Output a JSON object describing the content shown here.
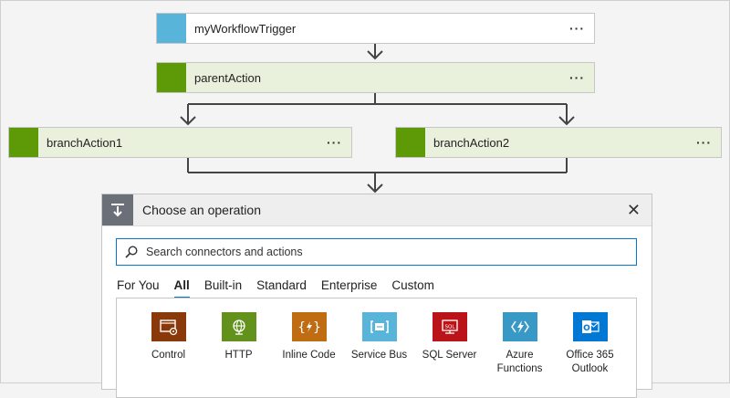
{
  "workflow": {
    "trigger": {
      "label": "myWorkflowTrigger",
      "more": "···"
    },
    "parent": {
      "label": "parentAction",
      "more": "···"
    },
    "branch1": {
      "label": "branchAction1",
      "more": "···"
    },
    "branch2": {
      "label": "branchAction2",
      "more": "···"
    }
  },
  "panel": {
    "title": "Choose an operation",
    "close": "✕",
    "search_placeholder": "Search connectors and actions",
    "tabs": [
      "For You",
      "All",
      "Built-in",
      "Standard",
      "Enterprise",
      "Custom"
    ],
    "active_tab": "All",
    "connectors": [
      {
        "label": "Control",
        "icon": "control-icon",
        "color": "#8a3a0a"
      },
      {
        "label": "HTTP",
        "icon": "globe-icon",
        "color": "#62911c"
      },
      {
        "label": "Inline Code",
        "icon": "code-braces-icon",
        "color": "#c06c13"
      },
      {
        "label": "Service Bus",
        "icon": "service-bus-icon",
        "color": "#59b4d9"
      },
      {
        "label": "SQL Server",
        "icon": "sql-server-icon",
        "color": "#ba141a"
      },
      {
        "label": "Azure\nFunctions",
        "icon": "azure-functions-icon",
        "color": "#3999c6"
      },
      {
        "label": "Office 365\nOutlook",
        "icon": "outlook-icon",
        "color": "#0078d4"
      }
    ]
  },
  "colors": {
    "trigger": "#59b4d9",
    "action": "#5e9a08",
    "action_bg": "#e9f0dc",
    "accent": "#0078d4"
  }
}
